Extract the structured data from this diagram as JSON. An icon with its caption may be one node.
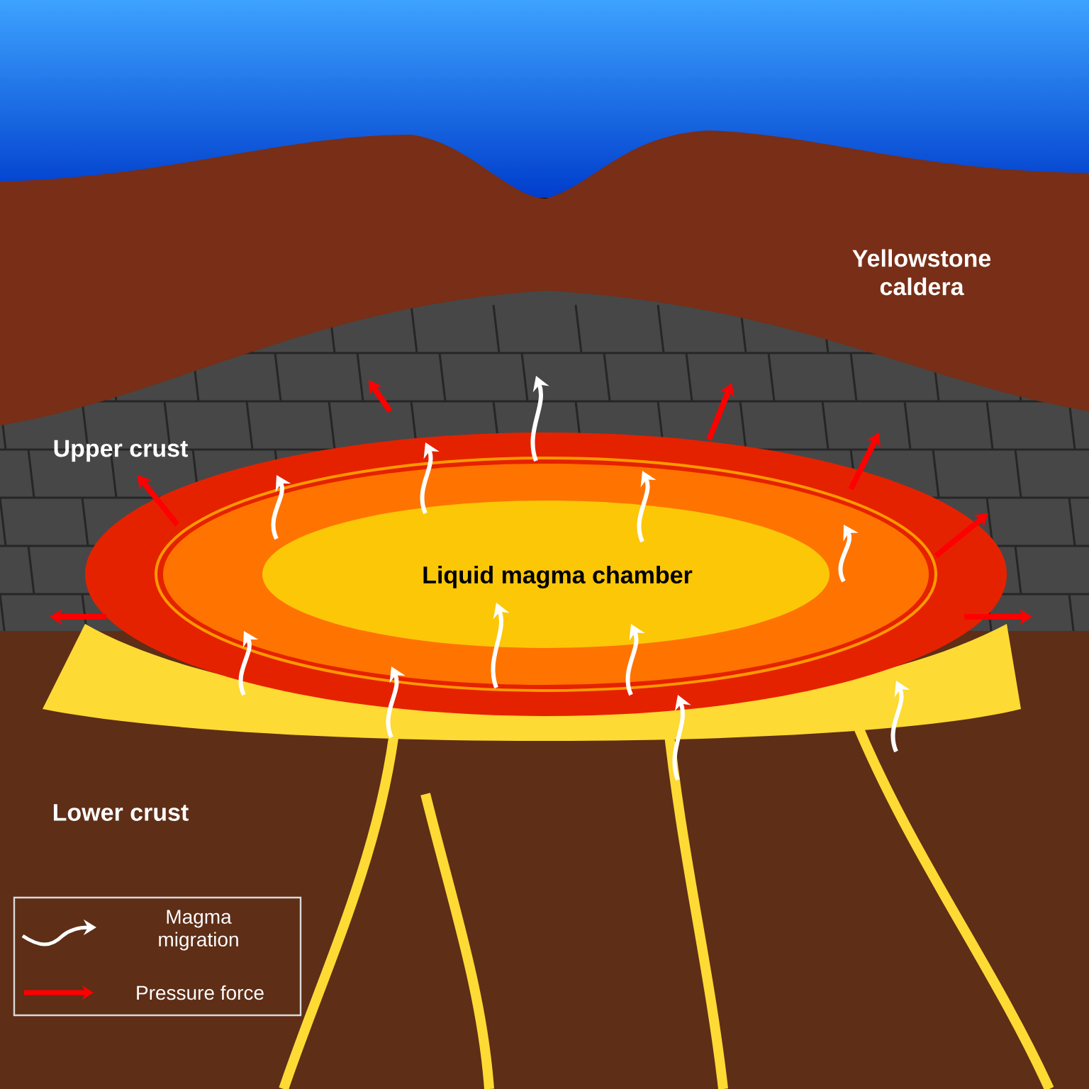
{
  "diagram": {
    "labels": [
      "Yellowstone caldera",
      "Upper crust",
      "Liquid magma chamber",
      "Lower crust"
    ],
    "legend": [
      {
        "text": "Magma migration"
      },
      {
        "text": "Pressure force"
      }
    ]
  }
}
